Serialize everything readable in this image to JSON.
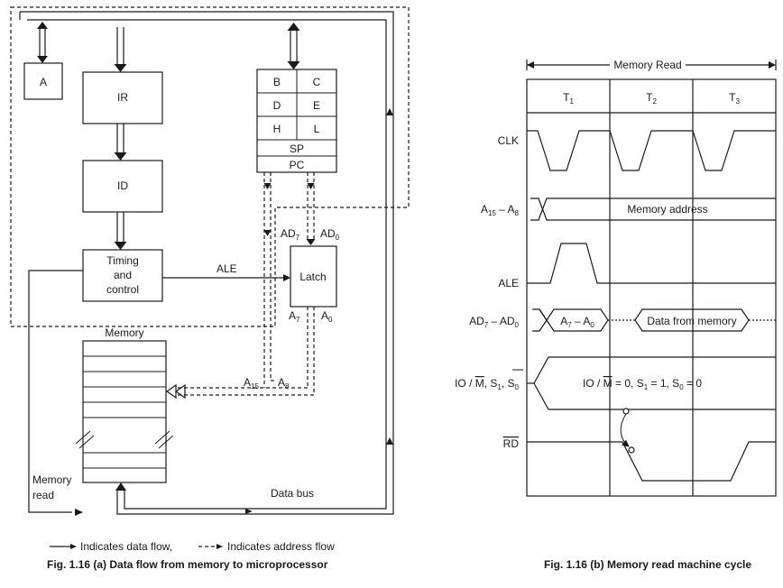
{
  "left": {
    "blocks": {
      "acc": "A",
      "ir": "IR",
      "id": "ID",
      "timing_line1": "Timing",
      "timing_line2": "and",
      "timing_line3": "control",
      "latch": "Latch",
      "memory": "Memory"
    },
    "registers": [
      "B",
      "C",
      "D",
      "E",
      "H",
      "L"
    ],
    "sp": "SP",
    "pc": "PC",
    "labels": {
      "ale": "ALE",
      "ad7_main": "AD",
      "ad7_sub": "7",
      "ad0_main": "AD",
      "ad0_sub": "0",
      "a7_main": "A",
      "a7_sub": "7",
      "a0_main": "A",
      "a0_sub": "0",
      "a15_main": "A",
      "a15_sub": "15",
      "a8_main": "A",
      "a8_sub": "8",
      "mem_read_1": "Memory",
      "mem_read_2": "read",
      "data_bus": "Data bus"
    },
    "legend": {
      "data_flow": "Indicates data flow,",
      "address_flow": "Indicates address flow"
    },
    "caption": "Fig. 1.16 (a) Data flow from memory to microprocessor"
  },
  "right": {
    "title": "Memory Read",
    "states": [
      {
        "main": "T",
        "sub": "1"
      },
      {
        "main": "T",
        "sub": "2"
      },
      {
        "main": "T",
        "sub": "3"
      }
    ],
    "signals": {
      "clk": "CLK",
      "addr_hi_a": "A",
      "addr_hi_a_sub": "15",
      "addr_hi_dash": " – A",
      "addr_hi_b_sub": "8",
      "ale": "ALE",
      "ad_a": "AD",
      "ad_a_sub": "7",
      "ad_dash": " – AD",
      "ad_b_sub": "0",
      "iom_a": "IO / ",
      "iom_m": "M",
      "iom_b": ", S",
      "iom_s1": "1",
      "iom_c": ", S",
      "iom_s0": "0",
      "rd": "RD"
    },
    "values": {
      "memory_address": "Memory address",
      "a7a0_a": "A",
      "a7a0_a_sub": "7",
      "a7a0_dash": " – A",
      "a7a0_b_sub": "0",
      "data_from_memory": "Data from memory",
      "iom_state_a": "IO / ",
      "iom_state_m": "M",
      "iom_state_b": " = 0, S",
      "iom_state_s1": "1",
      "iom_state_c": " = 1, S",
      "iom_state_s0": "0",
      "iom_state_d": " = 0"
    },
    "caption": "Fig. 1.16 (b) Memory read machine cycle"
  }
}
